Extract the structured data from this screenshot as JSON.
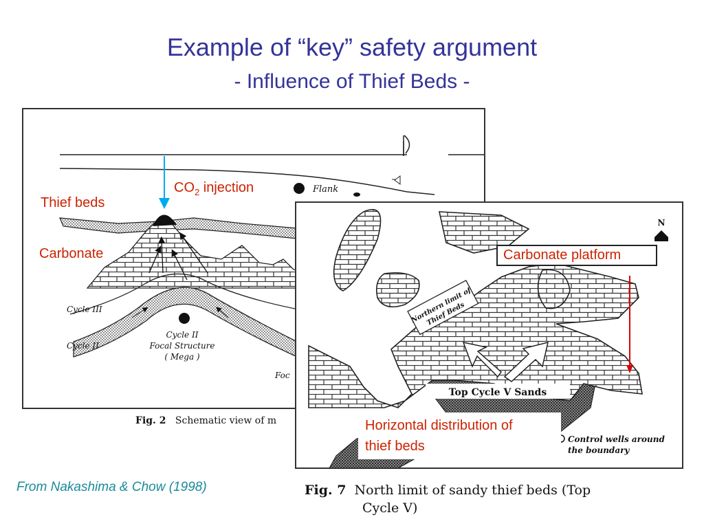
{
  "title": {
    "line1": "Example of “key” safety argument",
    "line2": "- Influence of Thief Beds -"
  },
  "fig2": {
    "caption_num": "Fig. 2",
    "caption_text": "Schematic view of m",
    "labels": {
      "flank": "Flank",
      "cycle3": "Cycle III",
      "cycle2": "Cycle II",
      "focal1": "Cycle II",
      "focal2": "Focal Structure",
      "focal3": "( Mega )",
      "foc": "Foc"
    }
  },
  "fig7": {
    "caption_num": "Fig. 7",
    "caption_line1": "North limit of sandy thief beds (Top",
    "caption_line2": "Cycle V)",
    "north": "N",
    "northern_limit_1": "Northern limit of",
    "northern_limit_2": "Thief Beds",
    "top_cycle": "Top Cycle V Sands",
    "control_1": "Control wells around",
    "control_2": "the boundary"
  },
  "annotations": {
    "co2_main": "CO",
    "co2_sub": "2",
    "co2_rest": " injection",
    "thief_beds": "Thief beds",
    "carbonate": "Carbonate",
    "carbonate_platform": "Carbonate platform",
    "horizontal_line1": "Horizontal distribution of",
    "horizontal_line2": "thief beds"
  },
  "source": "From Nakashima & Chow (1998)",
  "colors": {
    "title": "#333399",
    "annotation": "#cc2200",
    "source": "#1a8a9a",
    "arrow_blue": "#00aaee",
    "arrow_red": "#dd0000"
  }
}
